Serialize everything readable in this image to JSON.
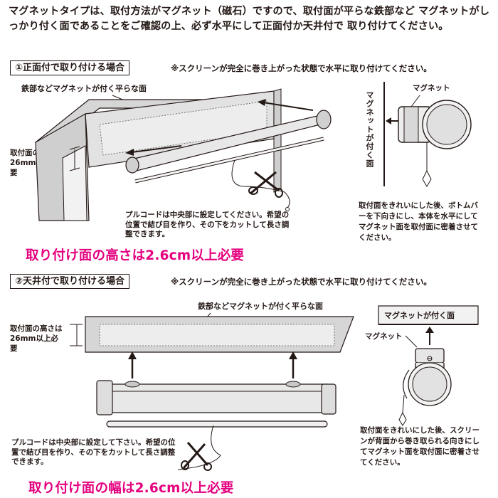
{
  "intro": "マグネットタイプは、取付方法がマグネット（磁石）ですので、取付面が平らな鉄部など マグネットがしっかり付く面であることをご確認の上、必ず水平にして正面付か天井付で 取り付けてください。",
  "section1": {
    "title": "①正面付で取り付ける場合",
    "note": "※スクリーンが完全に巻き上がった状態で水平に取り付けてください。",
    "surface_label": "鉄部などマグネットが付く平らな面",
    "height_label": "取付面の高さは26mm以上必要",
    "pullcord_note": "プルコードは中央部に設定してください。希望の位置で結び目を作り、その下をカットして長さ調整できます。",
    "warning": "取り付け面の高さは2.6cm以上必要",
    "detail_vertical_label": "マグネットが付く面",
    "detail_magnet_label": "マグネット",
    "detail_instruction": "取付面をきれいにした後、ボトムバーを下向きにし、本体を水平にしてマグネット面を取付面に密着させてください。"
  },
  "section2": {
    "title": "②天井付で取り付ける場合",
    "note": "※スクリーンが完全に巻き上がった状態で水平に取り付けてください。",
    "surface_label": "鉄部などマグネットが付く平らな面",
    "height_label": "取付面の高さは26mm以上必要",
    "pullcord_note": "プルコードは中央部に設定して下さい。希望の位置で結び目を作り、その下をカットして長さ調整できます。",
    "warning": "取り付け面の幅は2.6cm以上必要",
    "detail_surface_label": "マグネットが付く面",
    "detail_magnet_label": "マグネット",
    "detail_instruction": "取付面をきれいにした後、スクリーンが背面から巻き取られる向きにしてマグネット面を取付面に密着させてください。"
  },
  "colors": {
    "text": "#231815",
    "warning": "#e4007f",
    "frame_gray": "#cfcfcf",
    "roller": "#e8e8e8"
  }
}
